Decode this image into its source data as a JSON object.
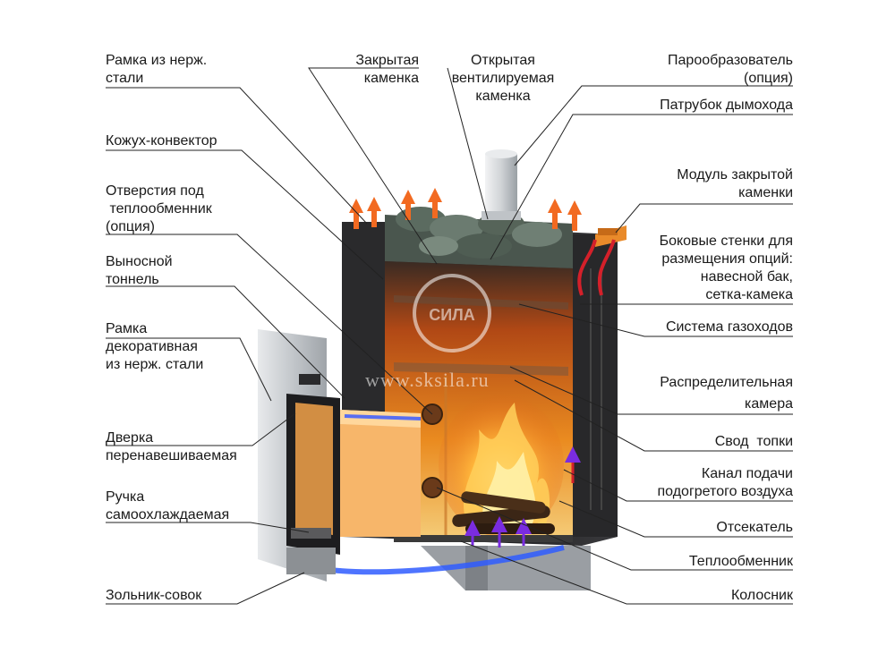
{
  "colors": {
    "background": "#ffffff",
    "leader_line": "#222222",
    "stove_body": "#2c2c2e",
    "steel": "#cfd2d6",
    "fire": "#f08a1c",
    "heat_arrow": "#f26a21",
    "air_flow": "#7a2ce0",
    "air_duct": "#2f5cff"
  },
  "watermark": "www.sksila.ru",
  "logo_text": "СИЛА",
  "labels": {
    "frame_steel": "Рамка из нерж.\nстали",
    "convector_casing": "Кожух-конвектор",
    "heat_exchanger_holes": "Отверстия под\n теплообменник\n(опция)",
    "remote_tunnel": "Выносной\nтоннель",
    "decor_frame": "Рамка\nдекоративная\nиз нерж. стали",
    "door": "Дверка\nперенавешиваемая",
    "handle": "Ручка\nсамоохлаждаемая",
    "ash_pan": "Зольник-совок",
    "closed_stones": "Закрытая\nкаменка",
    "open_stones": "Открытая\nвентилируемая\nкаменка",
    "steam_generator": "Парообразователь\n(опция)",
    "chimney_pipe": "Патрубок дымохода",
    "closed_stones_module": "Модуль закрытой\nкаменки",
    "side_walls": "Боковые стенки для\nразмещения опций:\nнавесной бак,\nсетка-камека",
    "gas_duct_system": "Система газоходов",
    "distribution_chamber": "Распределительная\nкамера",
    "furnace_vault": "Свод  топки",
    "warm_air_channel": "Канал подачи\nподогретого воздуха",
    "cutoff": "Отсекатель",
    "heat_exchanger": "Теплообменник",
    "grate": "Колосник"
  }
}
